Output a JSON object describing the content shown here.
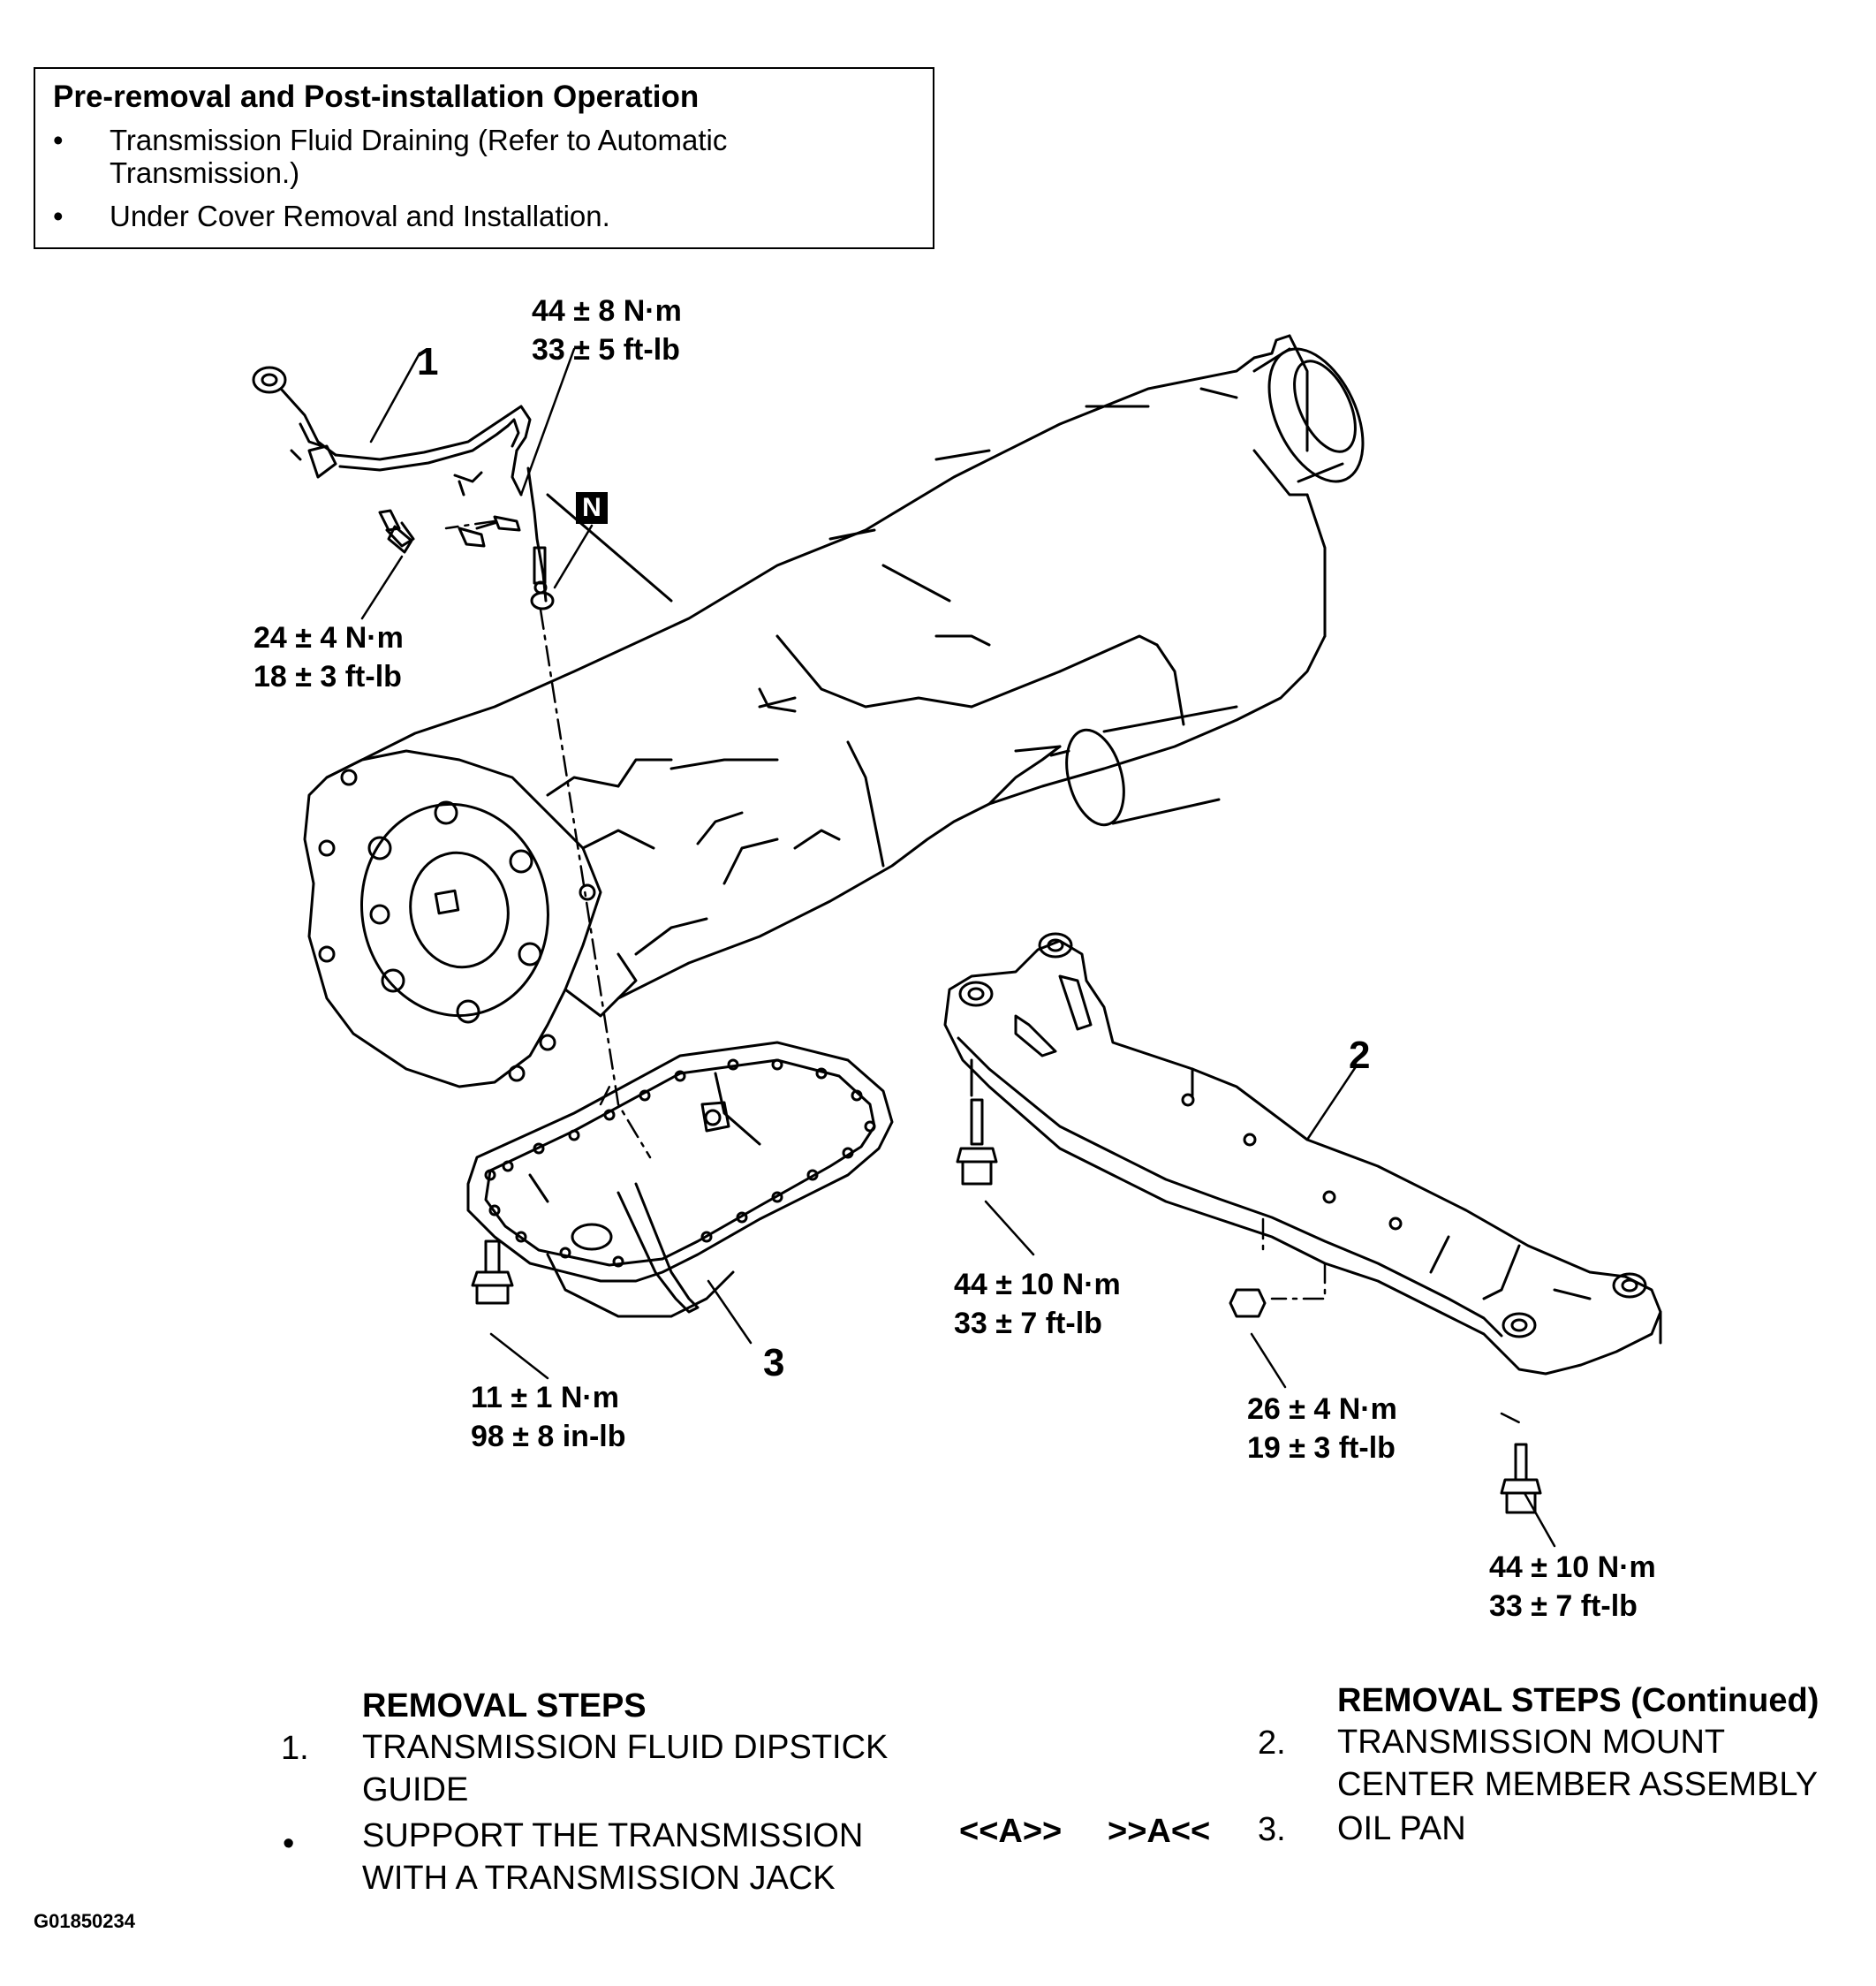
{
  "pre_op": {
    "title": "Pre-removal and Post-installation Operation",
    "items": [
      {
        "bullet": "•",
        "line1": "Transmission Fluid Draining (Refer to Automatic",
        "line2": "Transmission.)"
      },
      {
        "bullet": "•",
        "line1": "Under Cover Removal and Installation.",
        "line2": ""
      }
    ]
  },
  "torque_labels": [
    {
      "nm": "44 ± 8 N·m",
      "imperial": "33 ± 5 ft-lb"
    },
    {
      "nm": "24 ± 4 N·m",
      "imperial": "18 ± 3 ft-lb"
    },
    {
      "nm": "11 ± 1 N·m",
      "imperial": "98 ± 8 in-lb"
    },
    {
      "nm": "44 ± 10 N·m",
      "imperial": "33 ± 7 ft-lb"
    },
    {
      "nm": "26 ± 4 N·m",
      "imperial": "19 ± 3 ft-lb"
    },
    {
      "nm": "44 ± 10 N·m",
      "imperial": "33 ± 7 ft-lb"
    }
  ],
  "part_numbers": [
    "1",
    "2",
    "3"
  ],
  "marker_n": "N",
  "removal_steps": {
    "heading": "REMOVAL STEPS",
    "heading_continued": "REMOVAL STEPS (Continued)",
    "left": [
      {
        "num": "1.",
        "line1": "TRANSMISSION FLUID DIPSTICK",
        "line2": "GUIDE"
      },
      {
        "num": "•",
        "line1": "SUPPORT THE TRANSMISSION",
        "line2": "WITH A TRANSMISSION JACK"
      }
    ],
    "right": [
      {
        "num": "2.",
        "line1": "TRANSMISSION MOUNT",
        "line2": "CENTER MEMBER ASSEMBLY"
      },
      {
        "num": "3.",
        "line1": "OIL PAN",
        "line2": ""
      }
    ],
    "code_remove": "<<A>>",
    "code_install": ">>A<<"
  },
  "figure_id": "G01850234"
}
